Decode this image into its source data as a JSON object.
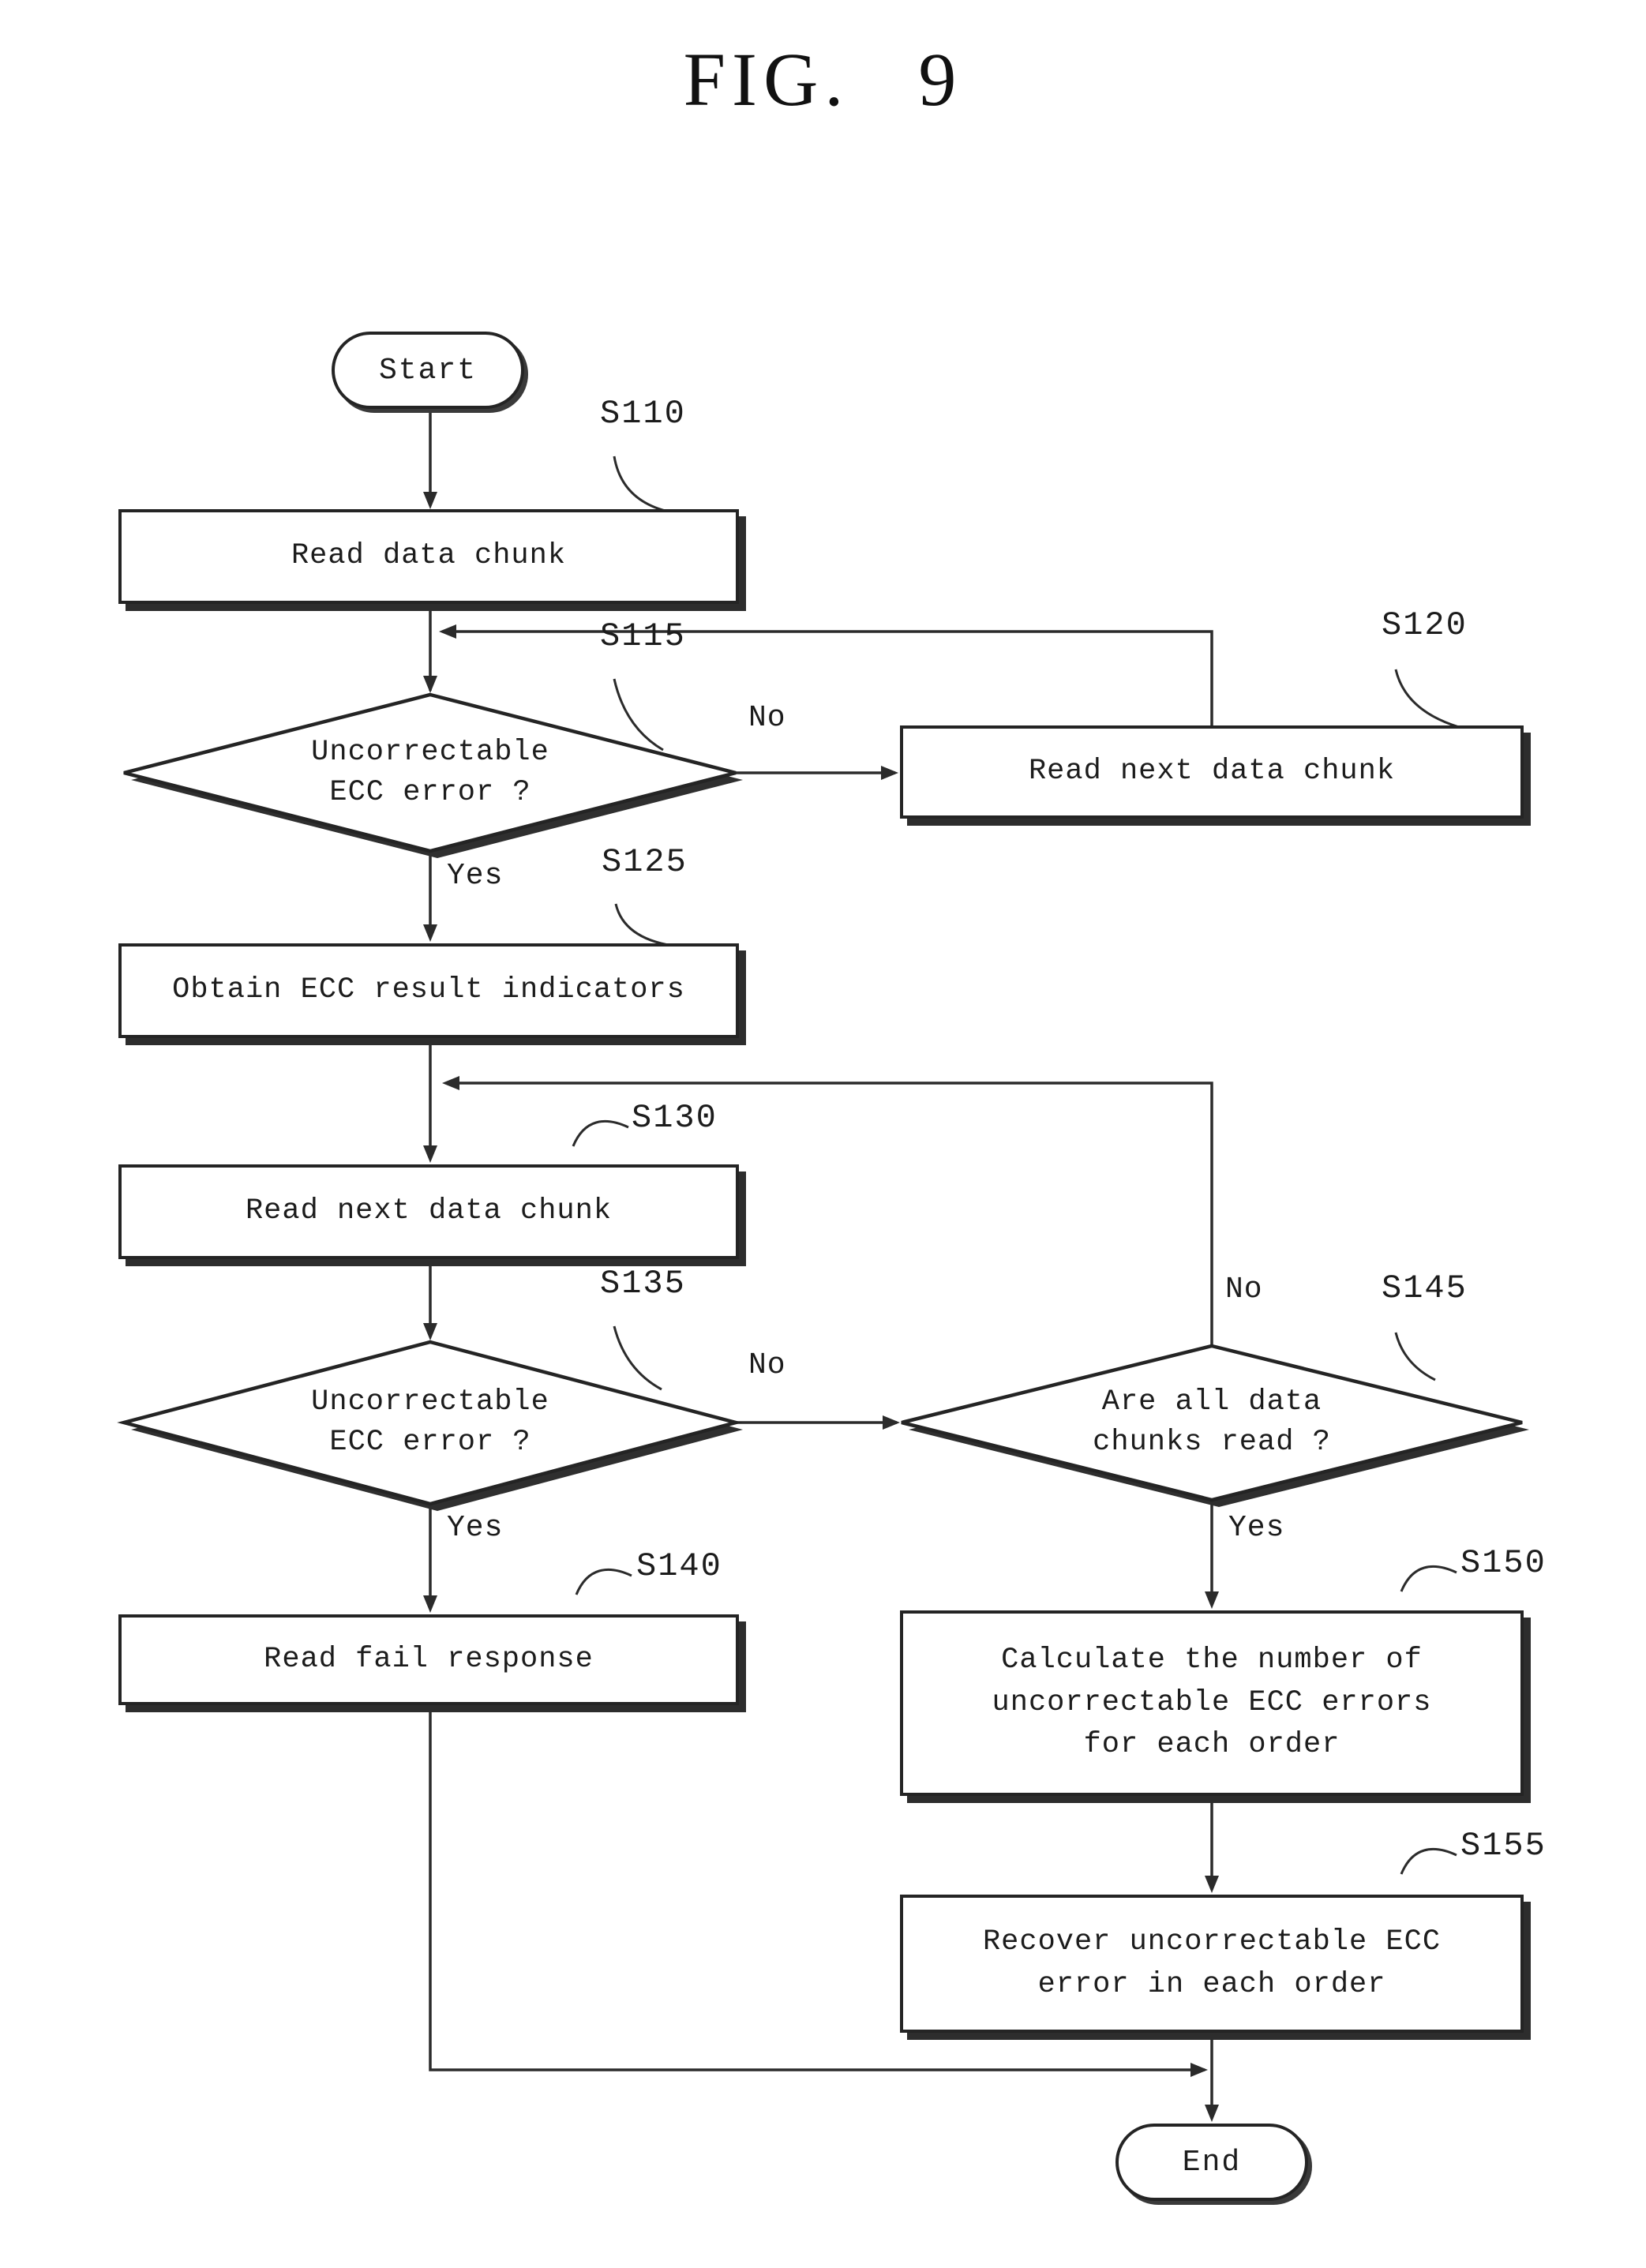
{
  "figure": {
    "title": "FIG. 9"
  },
  "nodes": {
    "start": {
      "label": "Start"
    },
    "end": {
      "label": "End"
    },
    "s110": {
      "ref": "S110",
      "text": "Read data chunk"
    },
    "s115": {
      "ref": "S115",
      "line1": "Uncorrectable",
      "line2": "ECC error ?"
    },
    "s120": {
      "ref": "S120",
      "text": "Read next data chunk"
    },
    "s125": {
      "ref": "S125",
      "text": "Obtain ECC result indicators"
    },
    "s130": {
      "ref": "S130",
      "text": "Read next data chunk"
    },
    "s135": {
      "ref": "S135",
      "line1": "Uncorrectable",
      "line2": "ECC error ?"
    },
    "s140": {
      "ref": "S140",
      "text": "Read fail response"
    },
    "s145": {
      "ref": "S145",
      "line1": "Are all data",
      "line2": "chunks read ?"
    },
    "s150": {
      "ref": "S150",
      "line1": "Calculate the number of",
      "line2": "uncorrectable ECC errors",
      "line3": "for each order"
    },
    "s155": {
      "ref": "S155",
      "line1": "Recover uncorrectable ECC",
      "line2": "error in each order"
    }
  },
  "edges": {
    "s115_no": "No",
    "s115_yes": "Yes",
    "s135_no": "No",
    "s135_yes": "Yes",
    "s145_no": "No",
    "s145_yes": "Yes"
  }
}
